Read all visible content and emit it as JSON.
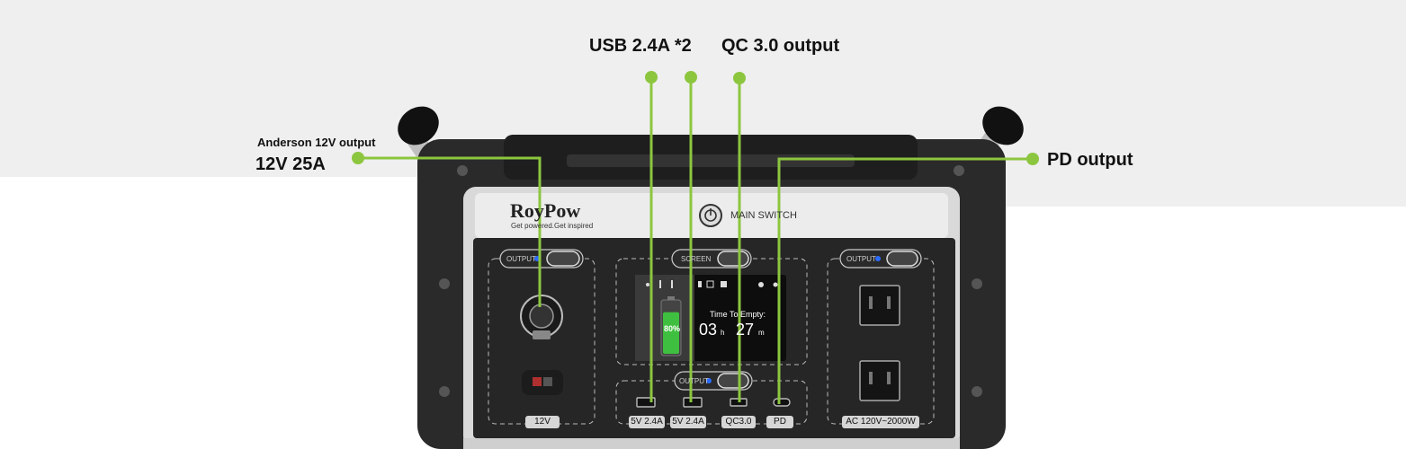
{
  "callouts": {
    "usb": "USB 2.4A *2",
    "qc": "QC 3.0 output",
    "anderson_title": "Anderson 12V output",
    "anderson_value": "12V 25A",
    "pd": "PD output"
  },
  "brand": {
    "name": "RoyPow",
    "tagline": "Get powered.Get inspired"
  },
  "main_switch": "MAIN SWITCH",
  "switches": {
    "left_output": "OUTPUT",
    "screen": "SCREEN",
    "usb_output": "OUTPUT",
    "ac_output": "OUTPUT"
  },
  "display": {
    "battery_percent": "80%",
    "battery_level": 0.8,
    "time_title": "Time To Empty:",
    "hours": "03",
    "hours_unit": "h",
    "minutes": "27",
    "minutes_unit": "m"
  },
  "port_labels": {
    "dc12": "12V",
    "usb1": "5V 2.4A",
    "usb2": "5V 2.4A",
    "qc": "QC3.0",
    "pd": "PD",
    "ac": "AC 120V~2000W"
  },
  "colors": {
    "callout_line": "#8cc63f",
    "battery_green": "#3fbf3f",
    "indicator_blue": "#2b6bff"
  }
}
